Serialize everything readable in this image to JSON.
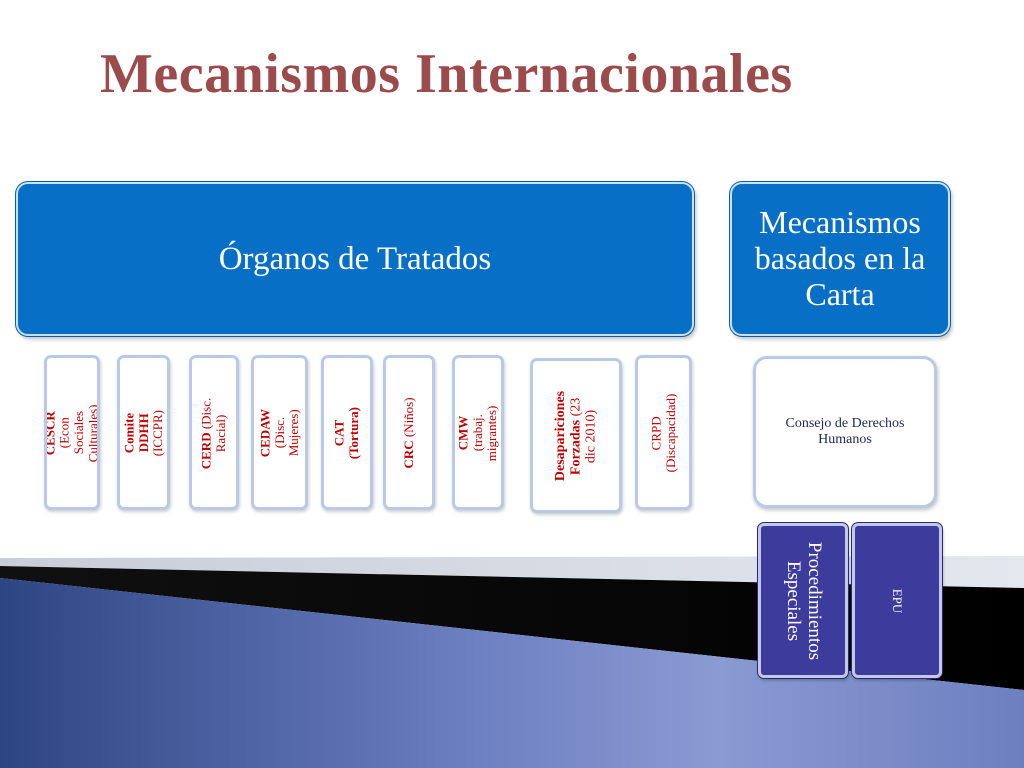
{
  "title": "Mecanismos Internacionales",
  "treaty_bodies": {
    "label": "Órganos de Tratados",
    "items": [
      {
        "bold": "CESCR",
        "rest": " (Econ Sociales Culturales)"
      },
      {
        "bold": "Comite DDHH",
        "rest": " (ICCPR)"
      },
      {
        "bold": "CERD",
        "rest": " (Disc. Racial)"
      },
      {
        "bold": "CEDAW",
        "rest": " (Disc. Mujeres)"
      },
      {
        "bold": "CAT (Tortura)",
        "rest": ""
      },
      {
        "bold": "CRC",
        "rest": " (Niños)"
      },
      {
        "bold": "CMW",
        "rest": " (trabaj. migrantes)"
      },
      {
        "bold": "Desapariciones Forzadas",
        "rest": " (23 dic 2010)"
      },
      {
        "bold": "",
        "rest": "CRPD (Discapacidad)"
      }
    ]
  },
  "charter_based": {
    "label": "Mecanismos basados en la Carta",
    "council": "Consejo de Derechos Humanos",
    "special_procedures": "Procedimientos Especiales",
    "upr": "EPU"
  },
  "colors": {
    "title": "#9b4b4b",
    "box_blue": "#0770c6",
    "treaty_text": "#c00000",
    "dark_box": "#3d3b9b"
  }
}
